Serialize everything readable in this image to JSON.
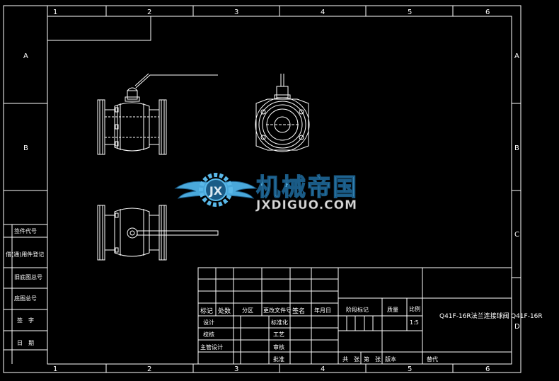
{
  "zones": {
    "cols": [
      "1",
      "2",
      "3",
      "4",
      "5",
      "6"
    ],
    "rows_left": [
      "A",
      "B"
    ],
    "rows_right": [
      "A",
      "B",
      "C",
      "D"
    ]
  },
  "left_strip": [
    "借(通)用件登记",
    "旧底图总号",
    "底图总号",
    "签　字",
    "日　期"
  ],
  "left_strip_top": "签件代号",
  "title_block": {
    "headers": [
      "标记",
      "处数",
      "分区",
      "更改文件号",
      "签名",
      "年月日"
    ],
    "role_labels": [
      "设计",
      "校核",
      "主管设计"
    ],
    "std_labels": [
      "标准化",
      "工艺",
      "审核",
      "批准"
    ],
    "stage_label": "阶段标记",
    "weight_label": "质量",
    "scale_label": "比例",
    "scale_value": "1:5",
    "sheet_total": "共　张",
    "sheet_no": "第　张",
    "version_label": "版本",
    "replace_label": "替代",
    "drawing_title": "Q41F-16R法兰连接球阀",
    "drawing_code": "Q41F-16R"
  },
  "watermark": {
    "logo_letters": "JX",
    "cn": "机械帝国",
    "en": "JXDIGUO.COM"
  },
  "colors": {
    "background": "#000000",
    "lines": "#ffffff",
    "watermark_blue": "#5ab8e8"
  }
}
